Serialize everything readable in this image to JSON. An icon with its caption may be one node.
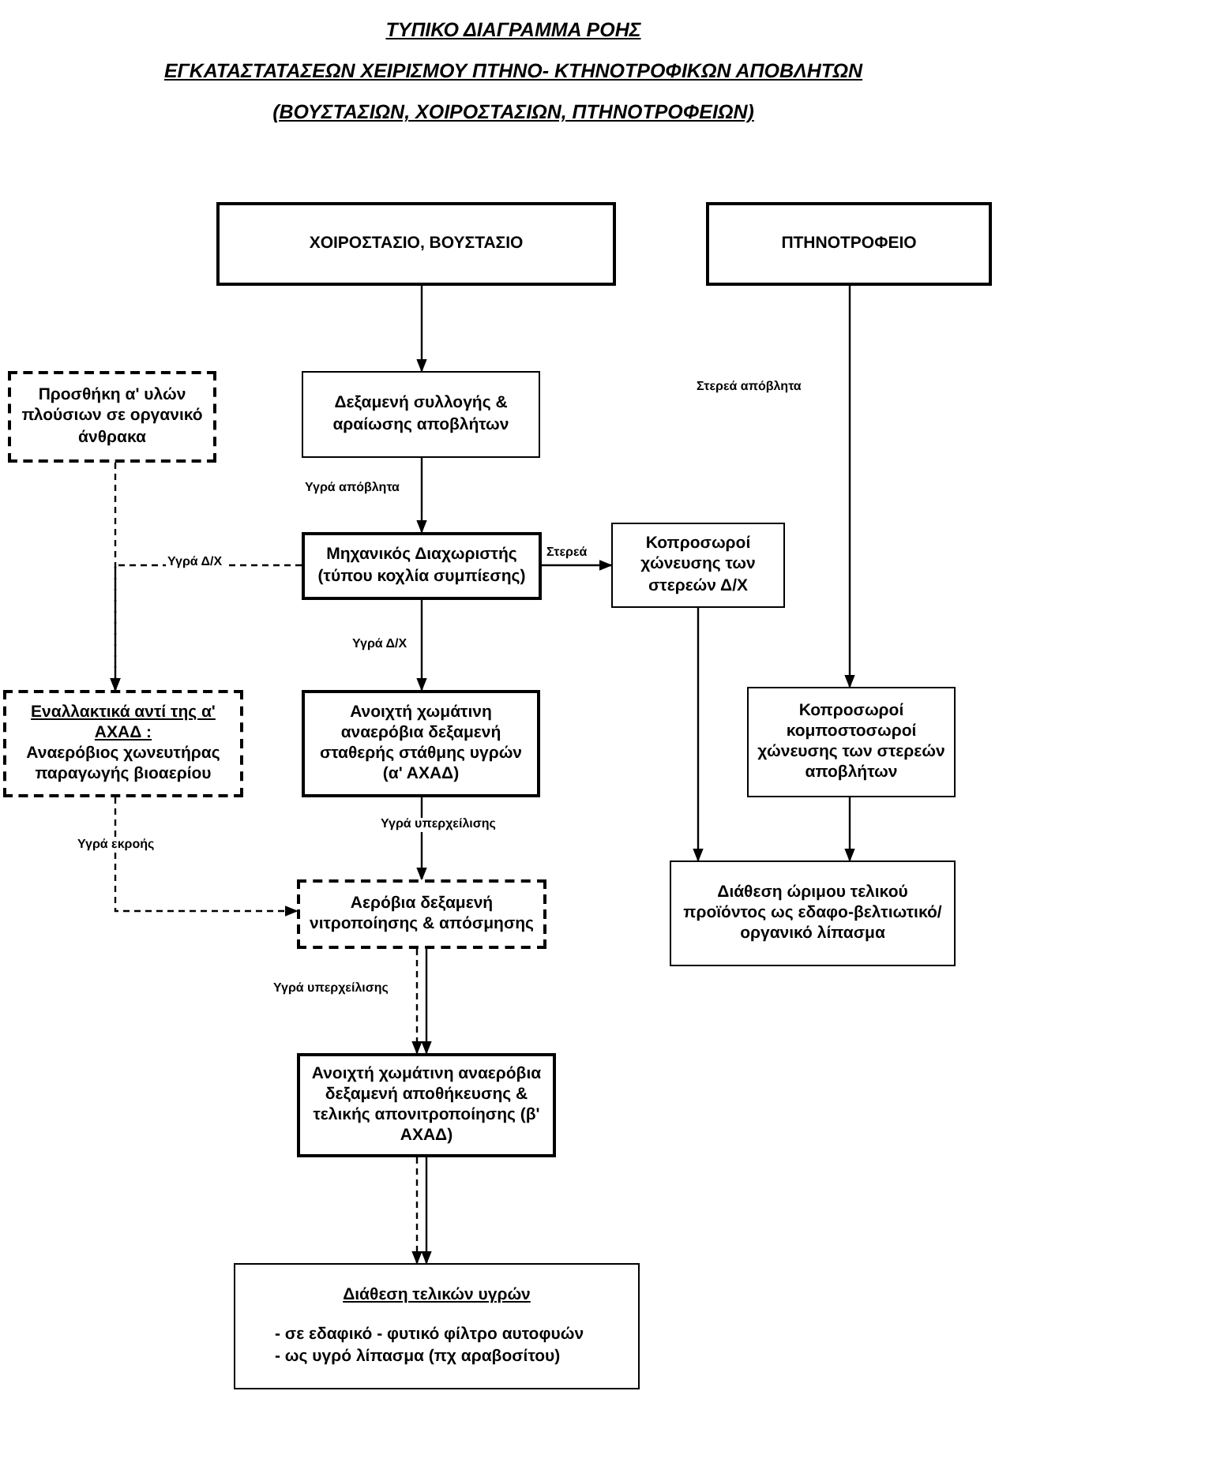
{
  "diagram": {
    "title": "ΤΥΠΙΚΟ ΔΙΑΓΡΑΜΜΑ ΡΟΗΣ",
    "nodes": [
      {
        "text": [
          "ΧΟΙΡΟΣΤΑΣΙΟ, ΒΟΥΣΤΑΣΙΟ"
        ]
      },
      {
        "text": [
          "ΠΤΗΝΟΤΡΟΦΕΙΟ"
        ]
      },
      {
        "text": [
          "Προσθήκη α' υλών πλούσιων σε οργανικό άνθρακα"
        ]
      },
      {
        "text": [
          "Δεξαμενή συλλογής & αραίωσης αποβλήτων"
        ]
      },
      {
        "text": [
          "Μηχανικός Διαχωριστής (τύπου κοχλία συμπίεσης)"
        ]
      },
      {
        "text": [
          "Κοπροσωροί χώνευσης των στερεών Δ/Χ"
        ]
      },
      {
        "text": [
          "Εναλλακτικά αντί της α' ΑΧΑΔ :",
          "Αναερόβιος χωνευτήρας παραγωγής βιοαερίου"
        ]
      },
      {
        "text": [
          "Ανοιχτή χωμάτινη αναερόβια δεξαμενή σταθερής στάθμης υγρών (α' ΑΧΑΔ)"
        ]
      },
      {
        "text": [
          "Κοπροσωροί κομποστοσωροί χώνευσης των στερεών αποβλήτων"
        ]
      },
      {
        "text": [
          "Αερόβια δεξαμενή νιτροποίησης & απόσμησης"
        ]
      },
      {
        "text": [
          "Διάθεση ώριμου τελικού προϊόντος ως εδαφο-βελτιωτικό/οργανικό λίπασμα"
        ]
      },
      {
        "text": [
          "Ανοιχτή χωμάτινη αναερόβια δεξαμενή αποθήκευσης & τελικής απονιτροποίησης (β' ΑΧΑΔ)"
        ]
      },
      {
        "text": [
          "Διάθεση τελικών υγρών",
          "-  σε εδαφικό - φυτικό φίλτρο αυτοφυών",
          "-  ως υγρό λίπασμα (πχ αραβοσίτου)"
        ]
      }
    ],
    "edges": [
      {
        "from": 0,
        "to": 3,
        "arrow": "to"
      },
      {
        "from": 3,
        "to": 4,
        "arrow": "to",
        "label": "Υγρά απόβλητα"
      },
      {
        "from": 4,
        "to": 6,
        "arrow": "to",
        "label": "Υγρά Δ/Χ",
        "style": "dashed"
      },
      {
        "from": 2,
        "to": 6,
        "arrow": "to",
        "style": "dashed"
      },
      {
        "from": 4,
        "to": 5,
        "arrow": "to",
        "label": "Στερεά"
      },
      {
        "from": 4,
        "to": 7,
        "arrow": "to",
        "label": "Υγρά Δ/Χ"
      },
      {
        "from": 1,
        "to": 8,
        "arrow": "to",
        "label": "Στερεά απόβλητα"
      },
      {
        "from": 5,
        "to": 10,
        "arrow": "to"
      },
      {
        "from": 8,
        "to": 10,
        "arrow": "to"
      },
      {
        "from": 7,
        "to": 9,
        "arrow": "to",
        "label": "Υγρά υπερχείλισης"
      },
      {
        "from": 6,
        "to": 9,
        "arrow": "to",
        "label": "Υγρά εκροής",
        "style": "dashed"
      },
      {
        "from": 9,
        "to": 11,
        "arrow": "to",
        "label": "Υγρά υπερχείλισης",
        "style": "dashed"
      },
      {
        "from": 9,
        "to": 11,
        "arrow": "to"
      },
      {
        "from": 11,
        "to": 12,
        "arrow": "to",
        "style": "dashed"
      },
      {
        "from": 11,
        "to": 12,
        "arrow": "to"
      }
    ],
    "labels": [
      "ΕΓΚΑΤΑΣΤΑΤΑΣΕΩΝ ΧΕΙΡΙΣΜΟΥ ΠΤΗΝΟ- ΚΤΗΝΟΤΡΟΦΙΚΩΝ ΑΠΟΒΛΗΤΩΝ",
      "(ΒΟΥΣΤΑΣΙΩΝ, ΧΟΙΡΟΣΤΑΣΙΩΝ, ΠΤΗΝΟΤΡΟΦΕΙΩΝ)"
    ]
  }
}
